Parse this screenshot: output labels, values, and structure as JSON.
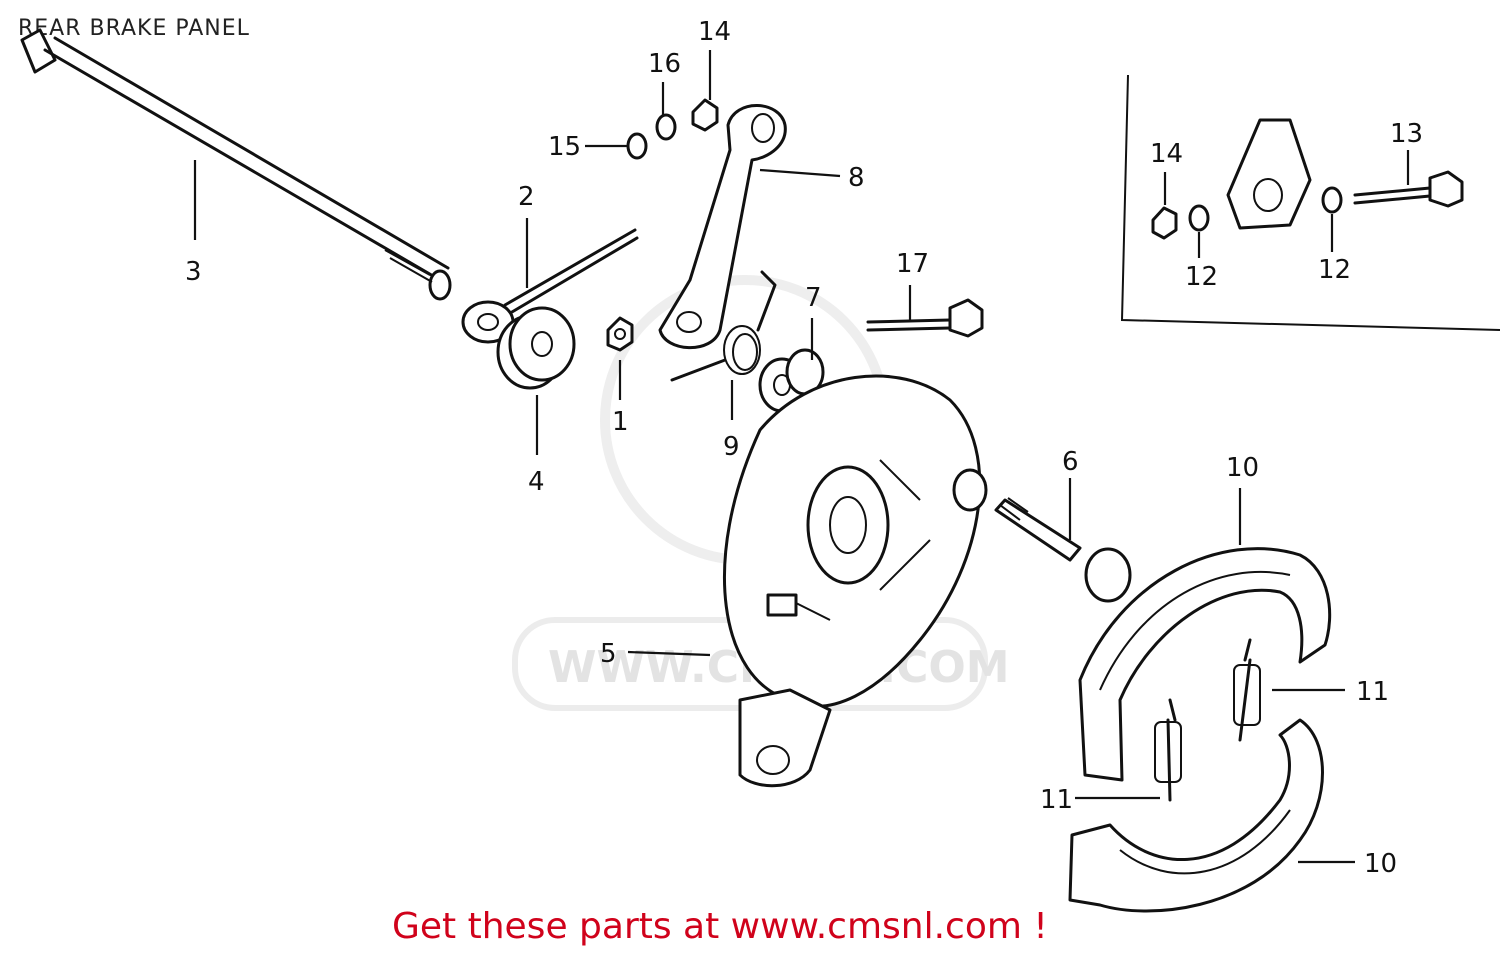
{
  "title": "REAR BRAKE PANEL",
  "footer": "Get these parts at www.cmsnl.com !",
  "watermark": "WWW.CMSNL.COM",
  "colors": {
    "footer": "#d0021b",
    "line": "#111111",
    "watermark": "#e3e3e3"
  },
  "callouts": {
    "c1": "1",
    "c2": "2",
    "c3": "3",
    "c4": "4",
    "c5": "5",
    "c6": "6",
    "c7": "7",
    "c8": "8",
    "c9": "9",
    "c10a": "10",
    "c10b": "10",
    "c11a": "11",
    "c11b": "11",
    "c12a": "12",
    "c12b": "12",
    "c13": "13",
    "c14a": "14",
    "c14b": "14",
    "c15": "15",
    "c16": "16",
    "c17": "17"
  }
}
